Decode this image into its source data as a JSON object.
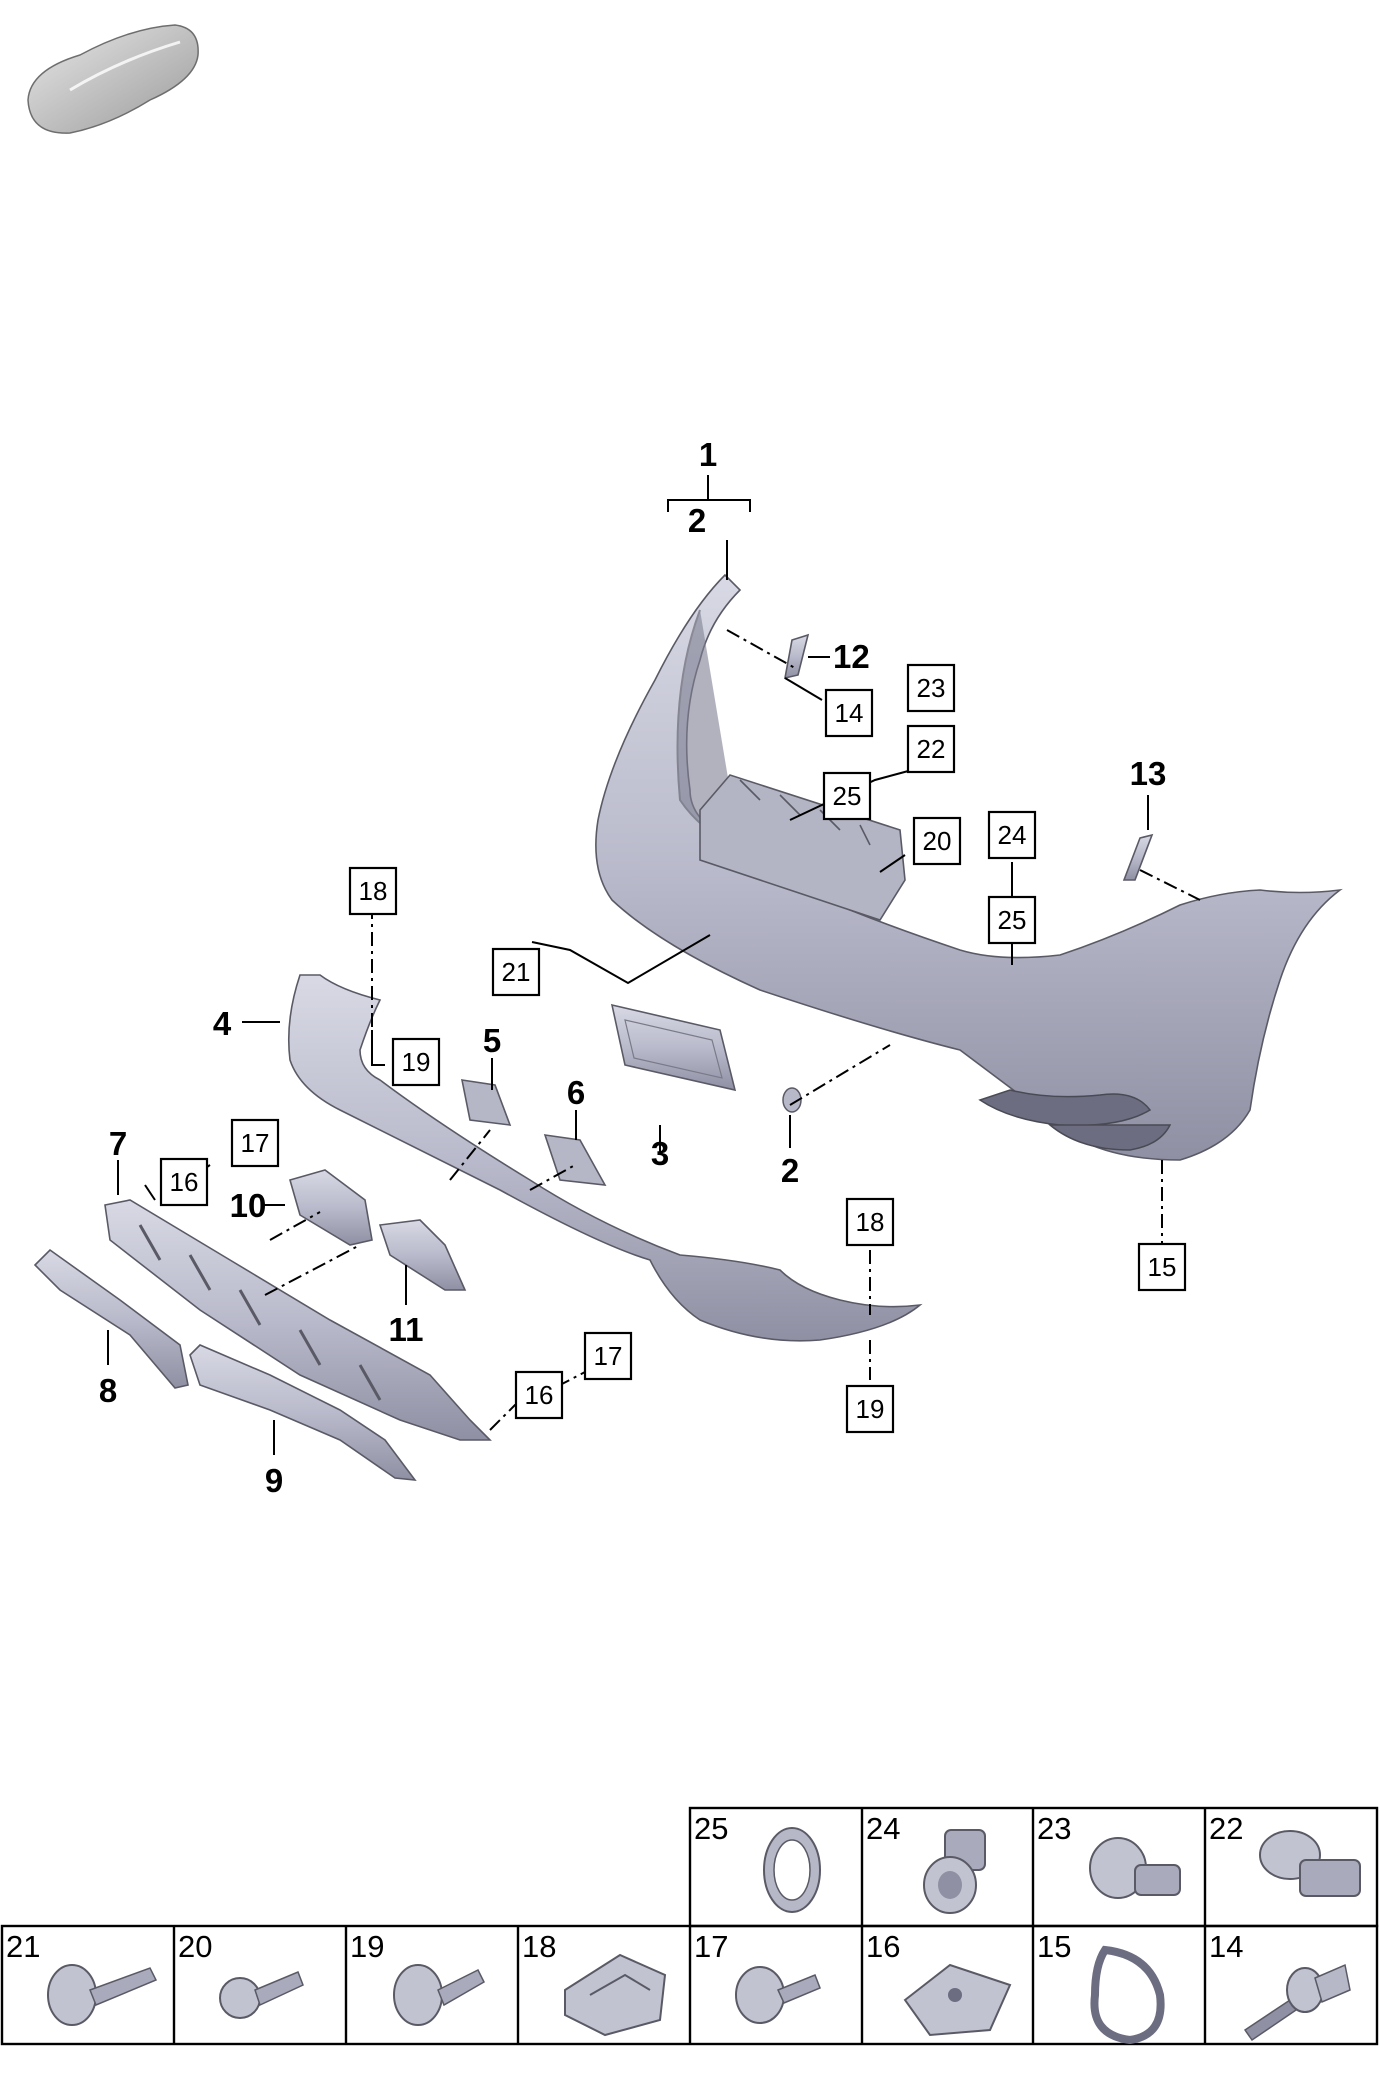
{
  "callouts": {
    "c1": "1",
    "c2a": "2",
    "c2b": "2",
    "c3": "3",
    "c4": "4",
    "c5": "5",
    "c6": "6",
    "c7": "7",
    "c8": "8",
    "c9": "9",
    "c10": "10",
    "c11": "11",
    "c12": "12",
    "c13": "13"
  },
  "boxed_refs": {
    "b14": "14",
    "b23": "23",
    "b22": "22",
    "b25a": "25",
    "b20": "20",
    "b24": "24",
    "b25b": "25",
    "b21": "21",
    "b18a": "18",
    "b19a": "19",
    "b17a": "17",
    "b16a": "16",
    "b18b": "18",
    "b19b": "19",
    "b17b": "17",
    "b16b": "16",
    "b15": "15"
  },
  "fastener_table": {
    "top_row": [
      "25",
      "24",
      "23",
      "22"
    ],
    "bottom_row": [
      "21",
      "20",
      "19",
      "18",
      "17",
      "16",
      "15",
      "14"
    ]
  },
  "icons": {
    "car": "car-silhouette-icon",
    "colors": {
      "part_fill": "#c9cad6",
      "part_shade": "#9e9fb0",
      "line": "#000000"
    }
  }
}
